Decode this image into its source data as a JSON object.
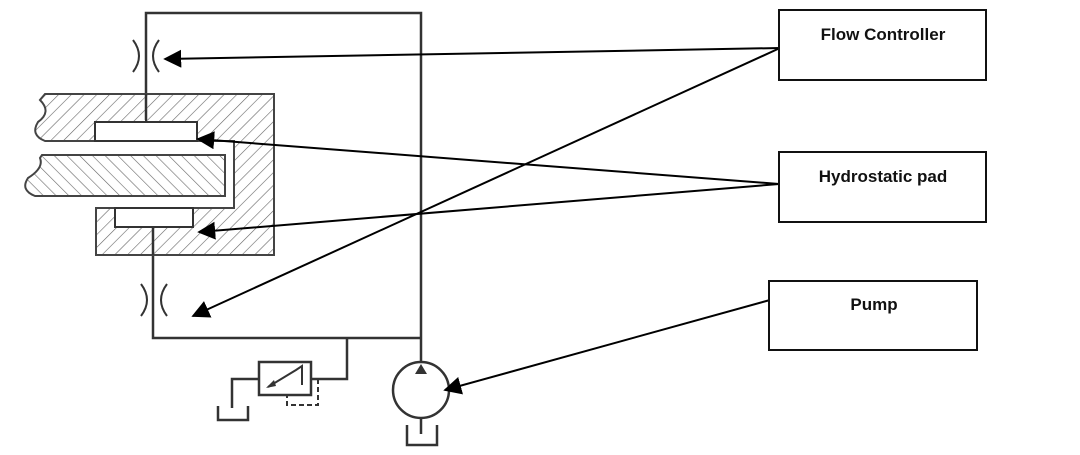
{
  "labels": {
    "flow_controller": "Flow Controller",
    "hydrostatic_pad": "Hydrostatic pad",
    "pump": "Pump"
  },
  "colors": {
    "line": "#333333",
    "hatch": "#555555",
    "background": "#ffffff"
  }
}
